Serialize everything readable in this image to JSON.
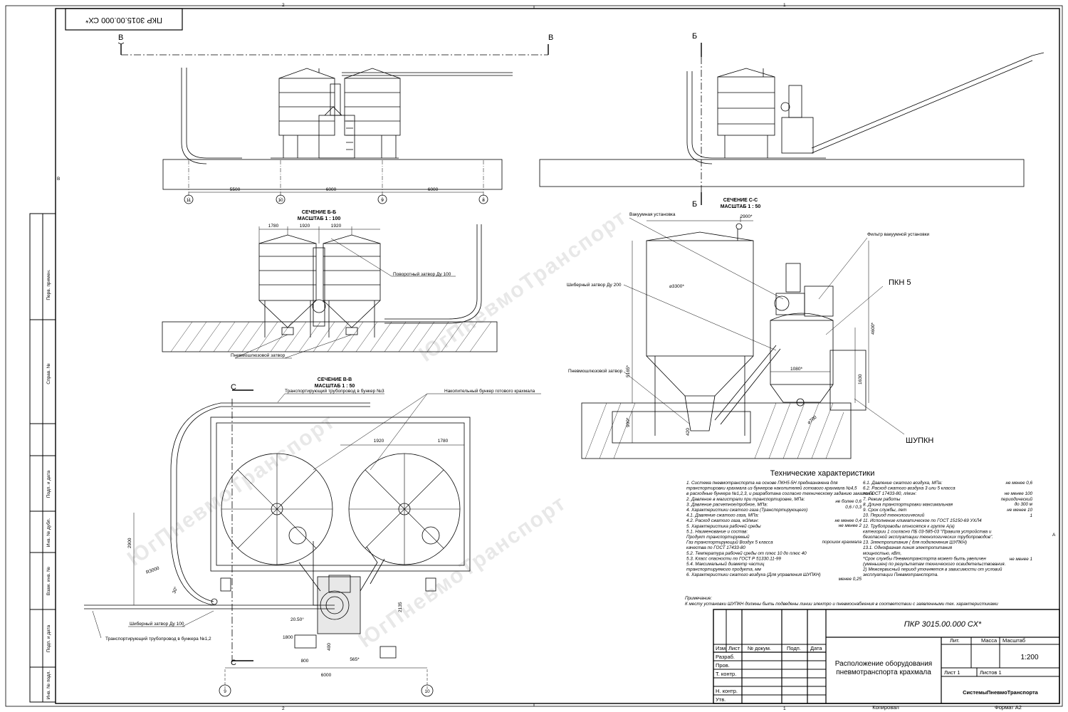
{
  "document": {
    "code": "ПКР 3015.00.000 СХ*",
    "code_rotated": "ПКР 3015.00.000 СХ*"
  },
  "watermark": "ЮгПневмоТранспорт",
  "zones": {
    "top": [
      "2",
      "1"
    ],
    "bottom": [
      "2",
      "1"
    ],
    "left": "В",
    "right": "А"
  },
  "left_margin_labels": [
    "Перв. примен.",
    "Справ. №",
    "Подп. и дата",
    "Инв. № дубл.",
    "Взам. инв. №",
    "Подп. и дата",
    "Инв. № подл."
  ],
  "views": {
    "front": {
      "cut_mark": "В",
      "axes": [
        "11",
        "10",
        "9",
        "8"
      ],
      "dims": [
        "5500",
        "6000",
        "6000"
      ]
    },
    "side": {
      "cut_mark": "Б"
    },
    "section_bb": {
      "title": "СЕЧЕНИЕ Б-Б",
      "scale": "МАСШТАБ 1 : 100",
      "dims": [
        "1780",
        "1920",
        "1920"
      ],
      "callouts": [
        "Поворотный затвор Ду 100",
        "Пневмошлюзовой затвор"
      ]
    },
    "section_vv": {
      "title": "СЕЧЕНИЕ В-В",
      "scale": "МАСШТАБ 1 : 50",
      "cut_mark": "С",
      "dims": [
        "1920",
        "1780",
        "2900",
        "2135",
        "1800",
        "800",
        "565*",
        "6000",
        "400",
        "20.50°",
        "30°",
        "R3000"
      ],
      "axes": [
        "9",
        "10"
      ],
      "callouts": [
        "Транспортирующий трубопровод в бункер №3",
        "Накопительный бункер готового крахмала",
        "Шиберный затвор Ду 100",
        "Транспортирующий трубопровод в бункера №1,2"
      ]
    },
    "section_cc": {
      "title": "СЕЧЕНИЕ С-С",
      "scale": "МАСШТАБ 1 : 50",
      "dims": [
        "2900*",
        "⌀3300*",
        "4600*",
        "5165*",
        "1080*",
        "1630",
        "900*",
        "420",
        "⌀700"
      ],
      "callouts": [
        "Вакуумная установка",
        "Фильтр вакуумной установки",
        "Шиберный затвор Ду 200",
        "ПКН 5",
        "Пневмошлюзовой затвор",
        "ШУПКН"
      ]
    }
  },
  "specs": {
    "title": "Технические характеристики",
    "left": [
      "1. Система пневмотранспорта на основе ПКН5-5Н предназначена для",
      "транспортировки крахмала из бункеров накопителей готового крахмала №4,5",
      "в расходные бункера №1,2,3, и разработана согласно техническому заданию заказчика.",
      "2. Давление в магистрали при транспортировке, МПа:",
      "3. Давление расчетное/пробное, МПа:",
      "4. Характеристики сжатого газа (Транспортирующего)",
      "4.1. Давление сжатого газа, МПа:",
      "4.2. Расход сжатого газа, м3/мин:",
      "5. Характеристика рабочей среды",
      "5.1. Наименование и состав:",
      "Продукт транспортируемый",
      "Газ транспортирующий Воздух 5 класса",
      "качества по ГОСТ 17433-80",
      "5.2. Температура рабочей среды от плюс 10 до плюс 40",
      "5.3. Класс опасности по ГОСТ Р 51330.11-99",
      "5.4. Максимальный диаметр частиц",
      "транспортируемого продукта, мм",
      "6. Характеристики сжатого воздуха (Для управления ШУПКН)"
    ],
    "left_values": [
      "не более 0,6",
      "0,6 / 0,3",
      "не менее 0,4",
      "не менее 2",
      "порошок крахмала",
      "менее 0,25"
    ],
    "right": [
      "6.1. Давление сжатого воздуха, МПа:",
      "6.2. Расход сжатого воздуха 3 или 5 класса",
      "по ГОСТ 17433-80, л/мин:",
      "7. Режим работы",
      "8. Длина транспортировки максимальная",
      "9. Срок службы, лет",
      "10. Период технологический",
      "11. Исполнение климатическое по ГОСТ 15150-69 УХЛ4",
      "12. Трубопроводы относятся к группе А(а)",
      "категории 1 согласно ПБ 03-585-03 \"Правила устройства и",
      "безопасной эксплуатации технологических трубопроводов\".",
      "13. Электропитание ( для подключения ШУПКН)",
      "13.1. Однофазная линия электропитания",
      "мощностью, кВт,",
      "*Срок службы Пневмотранспорта может быть увеличен",
      "(уменьшен) по результатам технического освидетельствования.",
      "2) Межсервисный период уточняется в зависимости от условий",
      "эксплуатации Пневмотранспорта."
    ],
    "right_values": [
      "не менее 0,6",
      "не менее 100",
      "периодический",
      "до 300 м",
      "не менее 10",
      "1",
      "не менее 1"
    ],
    "note_title": "Примечание:",
    "note": "К месту установки ШУПКН должны быть подведены линии электро и пневмоснабжения в соответствии с заявленными тех. характеристиками"
  },
  "title_block": {
    "code": "ПКР 3015.00.000 СХ*",
    "cols": [
      "Изм.",
      "Лист",
      "№ докум.",
      "Подп.",
      "Дата"
    ],
    "rows": [
      "Разраб.",
      "Пров.",
      "Т. контр.",
      "",
      "Н. контр.",
      "Утв."
    ],
    "name_line1": "Расположение оборудования",
    "name_line2": "пневмотранспорта крахмала",
    "hdr": [
      "Лит.",
      "Масса",
      "Масштаб"
    ],
    "scale": "1:200",
    "sheet": "Лист 1",
    "sheets": "Листов 1",
    "org": "СистемыПневмоТранспорта",
    "copied": "Копировал",
    "format": "Формат А2"
  }
}
